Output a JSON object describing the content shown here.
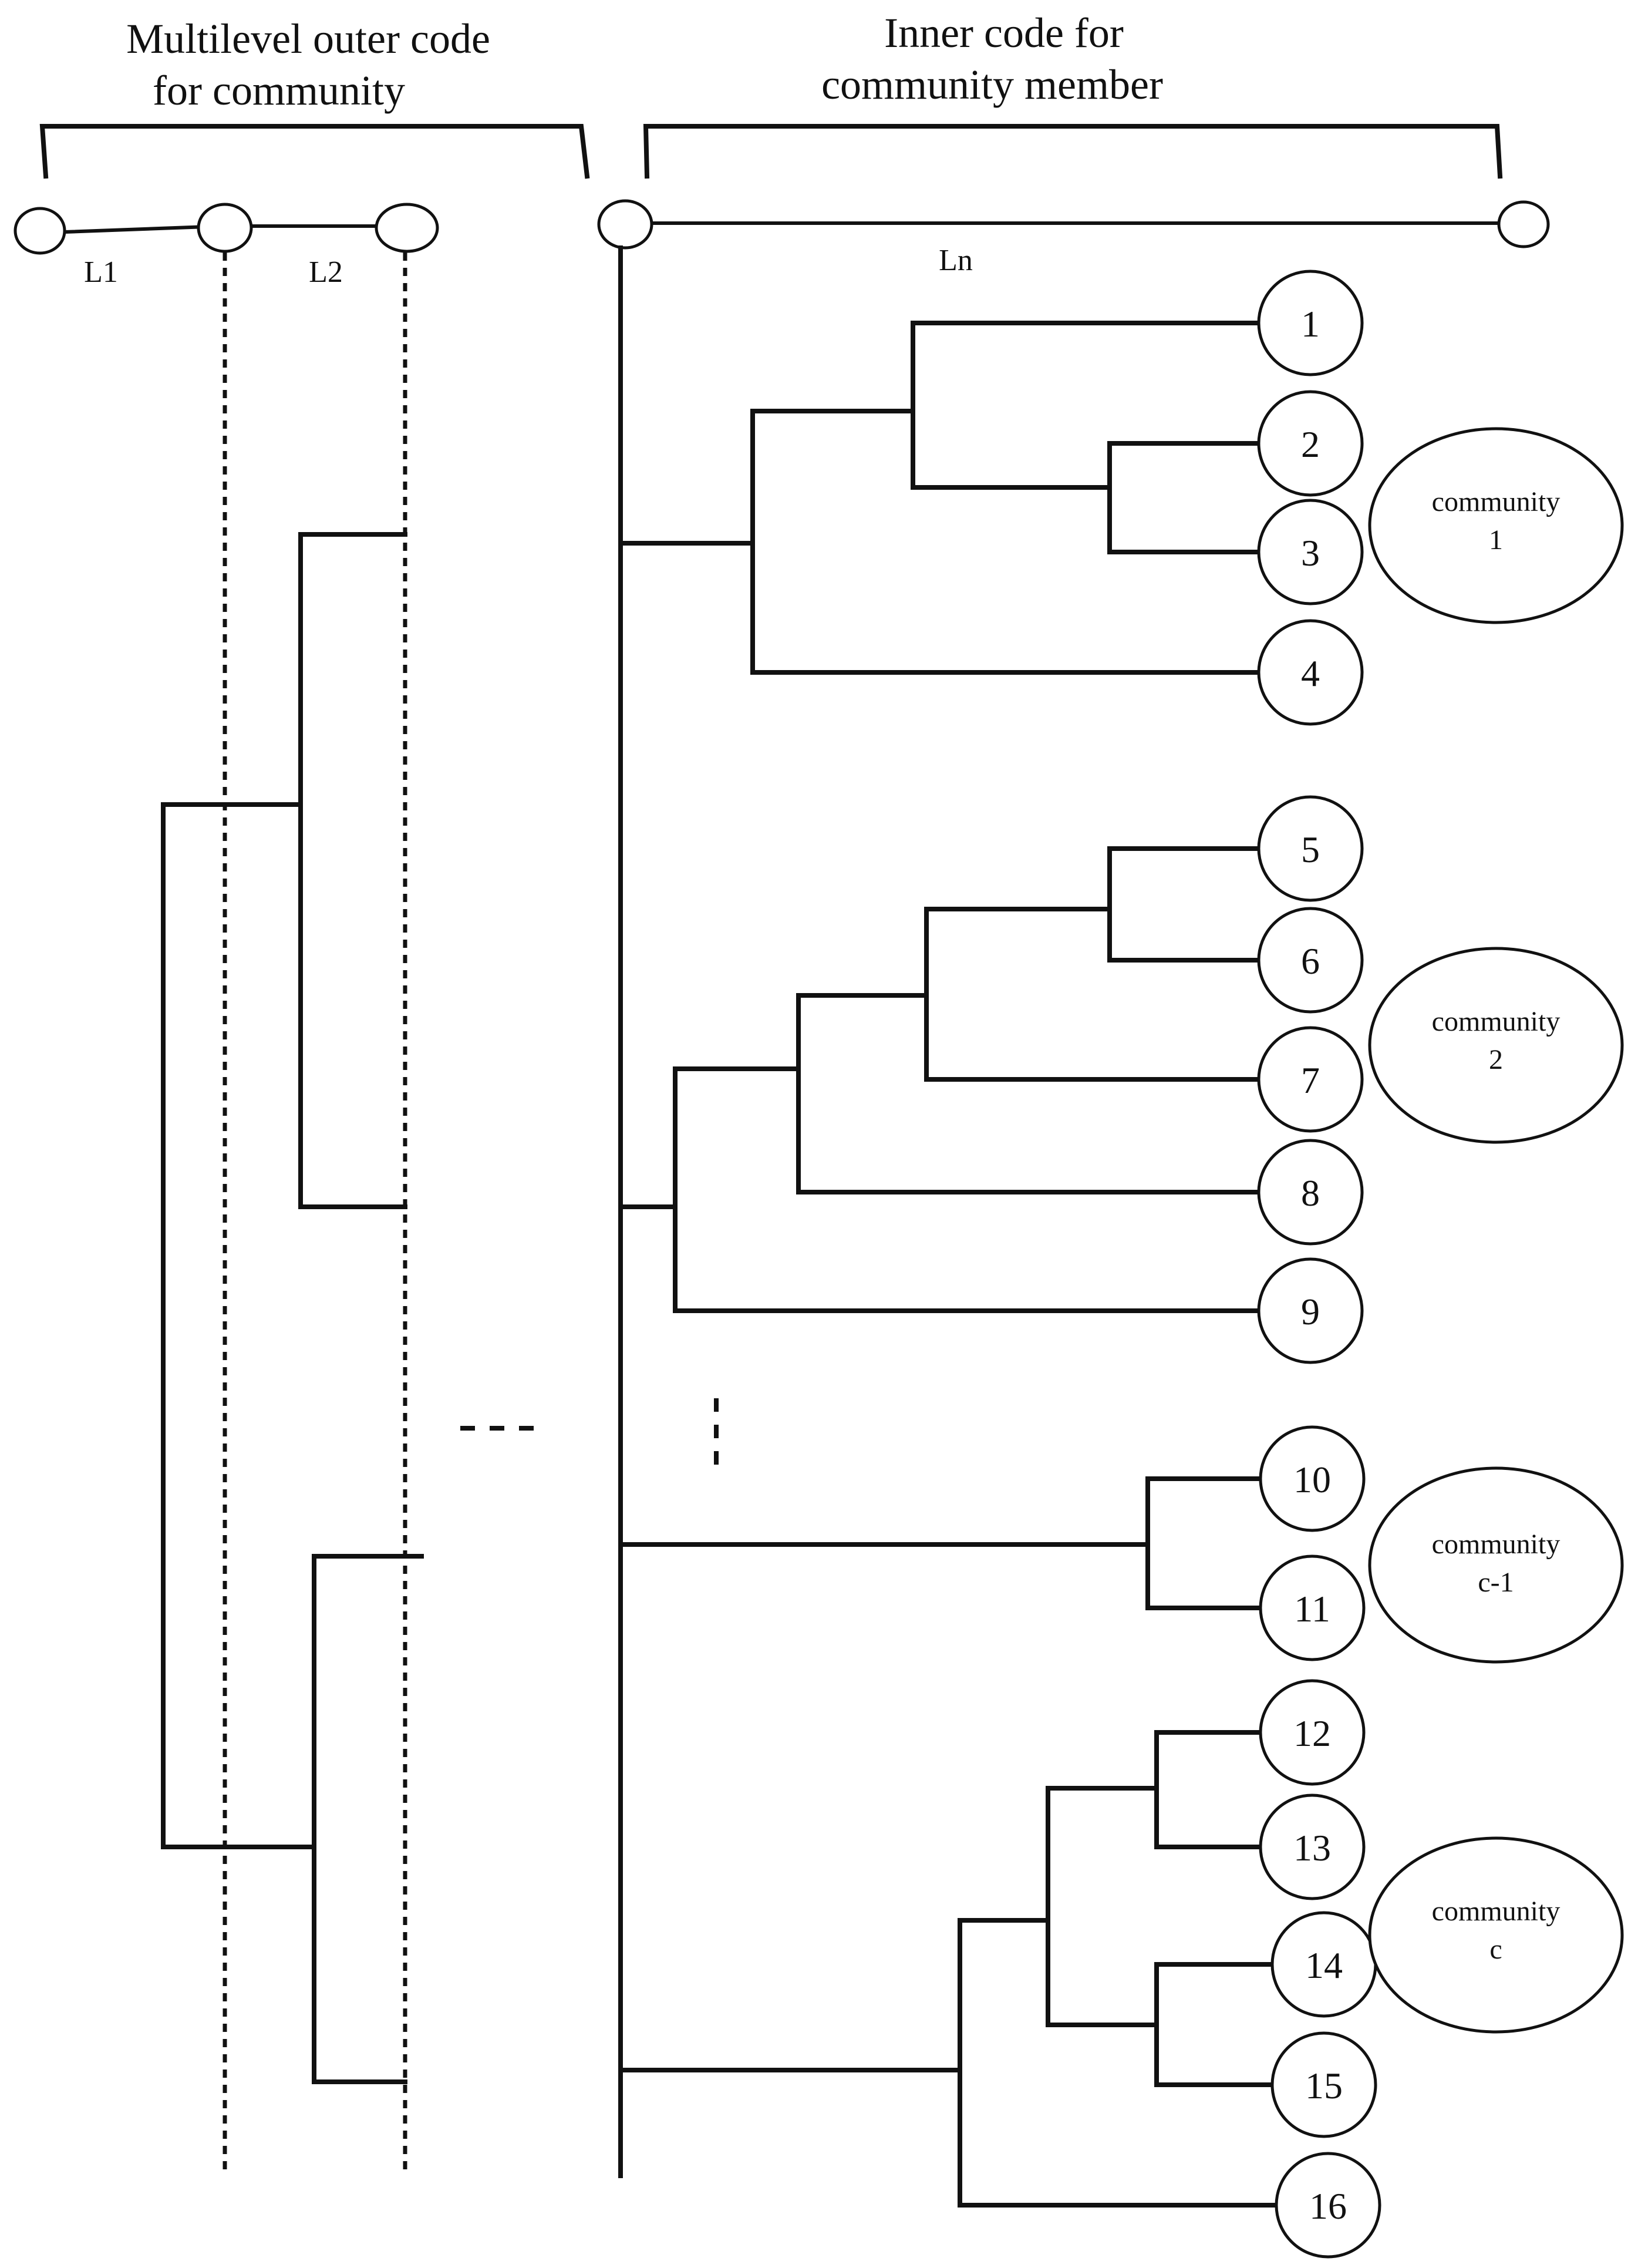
{
  "outer_header": {
    "line1": "Multilevel outer code",
    "line2": "for community"
  },
  "inner_header": {
    "line1": "Inner code for",
    "line2": "community member"
  },
  "levels": {
    "l1": "L1",
    "l2": "L2",
    "ln": "Ln"
  },
  "leaves": [
    "1",
    "2",
    "3",
    "4",
    "5",
    "6",
    "7",
    "8",
    "9",
    "10",
    "11",
    "12",
    "13",
    "14",
    "15",
    "16"
  ],
  "communities": [
    {
      "line1": "community",
      "line2": "1"
    },
    {
      "line1": "community",
      "line2": "2"
    },
    {
      "line1": "community",
      "line2": "c-1"
    },
    {
      "line1": "community",
      "line2": "c"
    }
  ]
}
